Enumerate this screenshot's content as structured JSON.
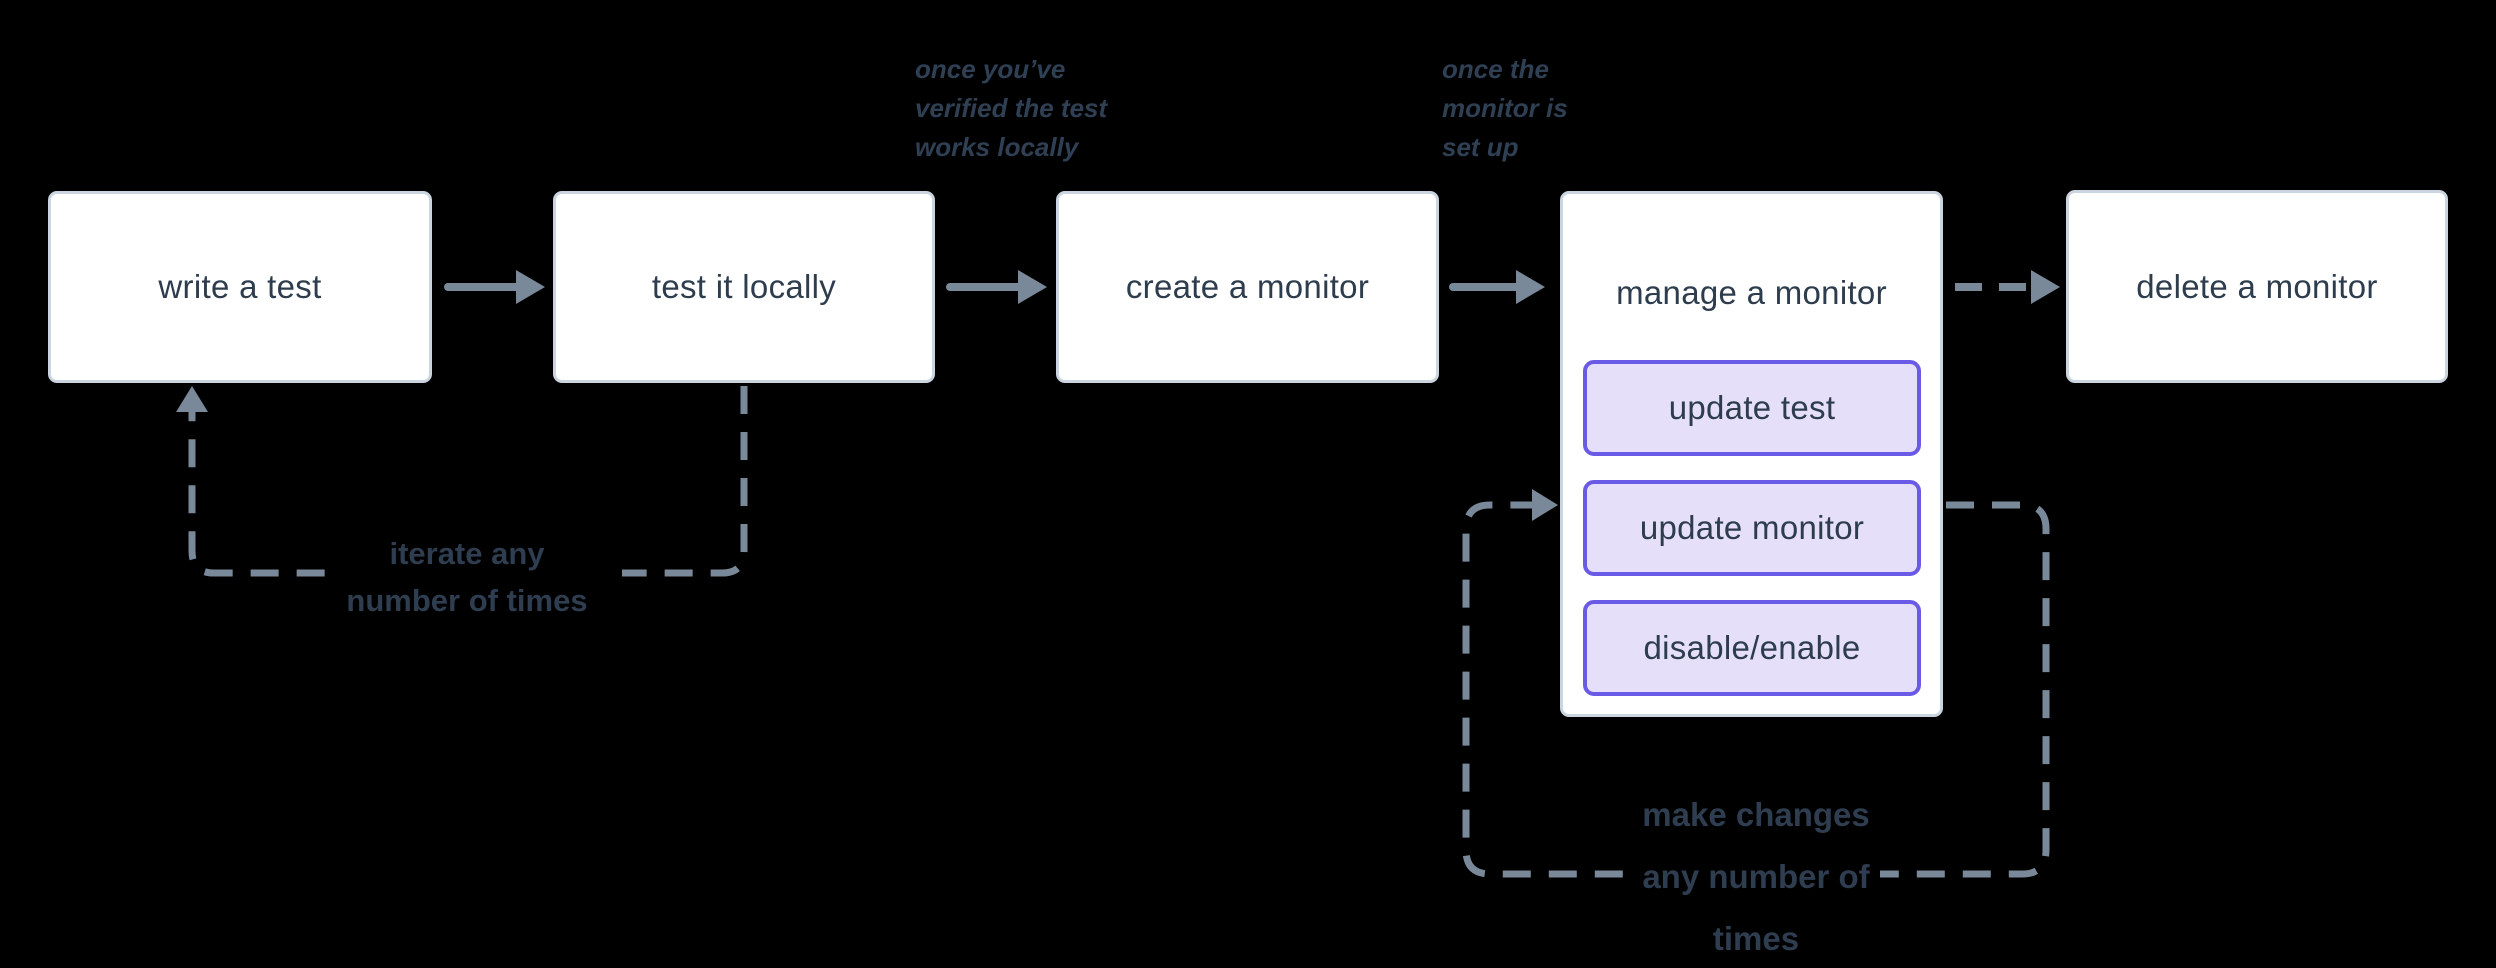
{
  "diagram": {
    "background": "#000000",
    "colors": {
      "arrow": "#7a8999",
      "node_border": "#cbd5df",
      "node_fill": "#ffffff",
      "node_text": "#2e3d4e",
      "subnode_fill": "#e5dff9",
      "subnode_border": "#6a5be6",
      "annotation_text": "#2f3f54"
    },
    "nodes": [
      {
        "id": "write-test",
        "label": "write a test"
      },
      {
        "id": "test-locally",
        "label": "test it locally"
      },
      {
        "id": "create-monitor",
        "label": "create a monitor"
      },
      {
        "id": "manage-monitor",
        "label": "manage a monitor",
        "children": [
          {
            "label": "update test"
          },
          {
            "label": "update monitor"
          },
          {
            "label": "disable/enable"
          }
        ]
      },
      {
        "id": "delete-monitor",
        "label": "delete a monitor"
      }
    ],
    "annotations": {
      "verified": {
        "lines": [
          "once you’ve",
          "verified the test",
          "works locally"
        ]
      },
      "setup": {
        "lines": [
          "once the",
          "monitor is",
          "set up"
        ]
      },
      "iterate": {
        "lines": [
          "iterate any",
          "number of times"
        ]
      },
      "make_changes": {
        "lines": [
          "make changes",
          "any number of",
          "times"
        ]
      }
    }
  }
}
